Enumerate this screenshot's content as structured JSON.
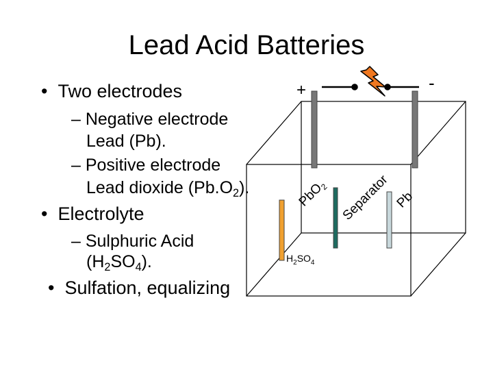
{
  "title": "Lead Acid Batteries",
  "bullets": {
    "electrodes": "Two electrodes",
    "neg_line1": "– Negative electrode",
    "neg_line2": "Lead (Pb).",
    "pos_line1": "– Positive electrode",
    "pos_line2_pre": "Lead dioxide (Pb.O",
    "pos_line2_sub": "2",
    "pos_line2_post": ").",
    "electrolyte": "Electrolyte",
    "acid_line1": "– Sulphuric Acid",
    "acid_line2_pre": "(H",
    "acid_line2_sub": "SO",
    "acid_line2_sub2": "4",
    "acid_line2_post": ").",
    "sulfation": "Sulfation, equalizing"
  },
  "diagram": {
    "plus": "+",
    "minus": "-",
    "pbo2_main": "PbO",
    "pbo2_sub": "2",
    "separator": "Separator",
    "pb": "Pb",
    "h2so4_h": "H",
    "h2so4_sub1": "2",
    "h2so4_so": "SO",
    "h2so4_sub2": "4",
    "colors": {
      "positive_plate_top": "#777777",
      "positive_plate_bottom": "#f0a030",
      "separator_plate": "#1e6b60",
      "negative_plate_top": "#777777",
      "negative_plate_bottom": "#c8d8dc",
      "spark": "#f07820"
    },
    "icons": [
      "lightning-icon"
    ]
  }
}
